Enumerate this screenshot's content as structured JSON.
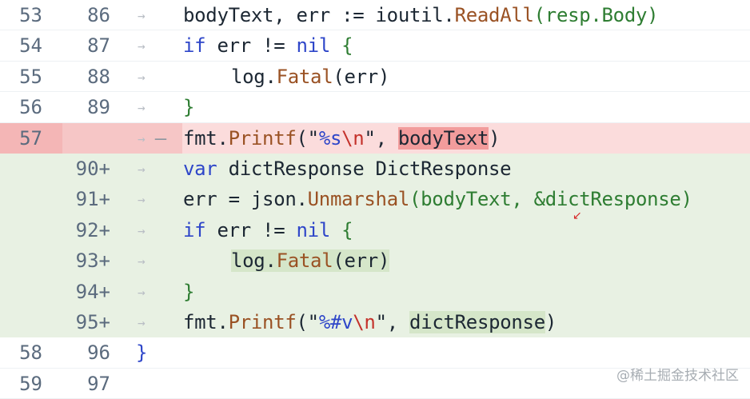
{
  "rows": [
    {
      "old": "53",
      "new": "86",
      "code": [
        "bodyText, err := ioutil.",
        "ReadAll",
        "(resp.Body)"
      ]
    },
    {
      "old": "54",
      "new": "87",
      "code": [
        "if",
        " err != ",
        "nil",
        " {"
      ]
    },
    {
      "old": "55",
      "new": "88",
      "code": [
        "log.",
        "Fatal",
        "(err)"
      ]
    },
    {
      "old": "56",
      "new": "89",
      "code": [
        "}"
      ]
    },
    {
      "old": "57",
      "marker": "—",
      "code": [
        "fmt.",
        "Printf",
        "(\"",
        "%s",
        "\\n",
        "\", ",
        "bodyText",
        ")"
      ]
    },
    {
      "new": "90+",
      "code": [
        "var",
        " dictResponse DictResponse"
      ]
    },
    {
      "new": "91+",
      "code": [
        "err = json.",
        "Unmarshal",
        "(bodyText, &dictResponse)"
      ]
    },
    {
      "new": "92+",
      "code": [
        "if",
        " err != ",
        "nil",
        " {"
      ]
    },
    {
      "new": "93+",
      "code": [
        "log.",
        "Fatal",
        "(err)"
      ]
    },
    {
      "new": "94+",
      "code": [
        "}"
      ]
    },
    {
      "new": "95+",
      "code": [
        "fmt.",
        "Printf",
        "(\"",
        "%#v",
        "\\n",
        "\", ",
        "dictResponse",
        ")"
      ]
    },
    {
      "old": "58",
      "new": "96",
      "code": [
        "}"
      ]
    },
    {
      "old": "59",
      "new": "97",
      "code": []
    }
  ],
  "arrow_glyph": "→",
  "watermark": "@稀土掘金技术社区",
  "colors": {
    "added_row": "#e8f1e3",
    "deleted_row": "#fbdcdc",
    "keyword": "#2e46c9",
    "function": "#9a5224",
    "escape": "#c4322b"
  }
}
